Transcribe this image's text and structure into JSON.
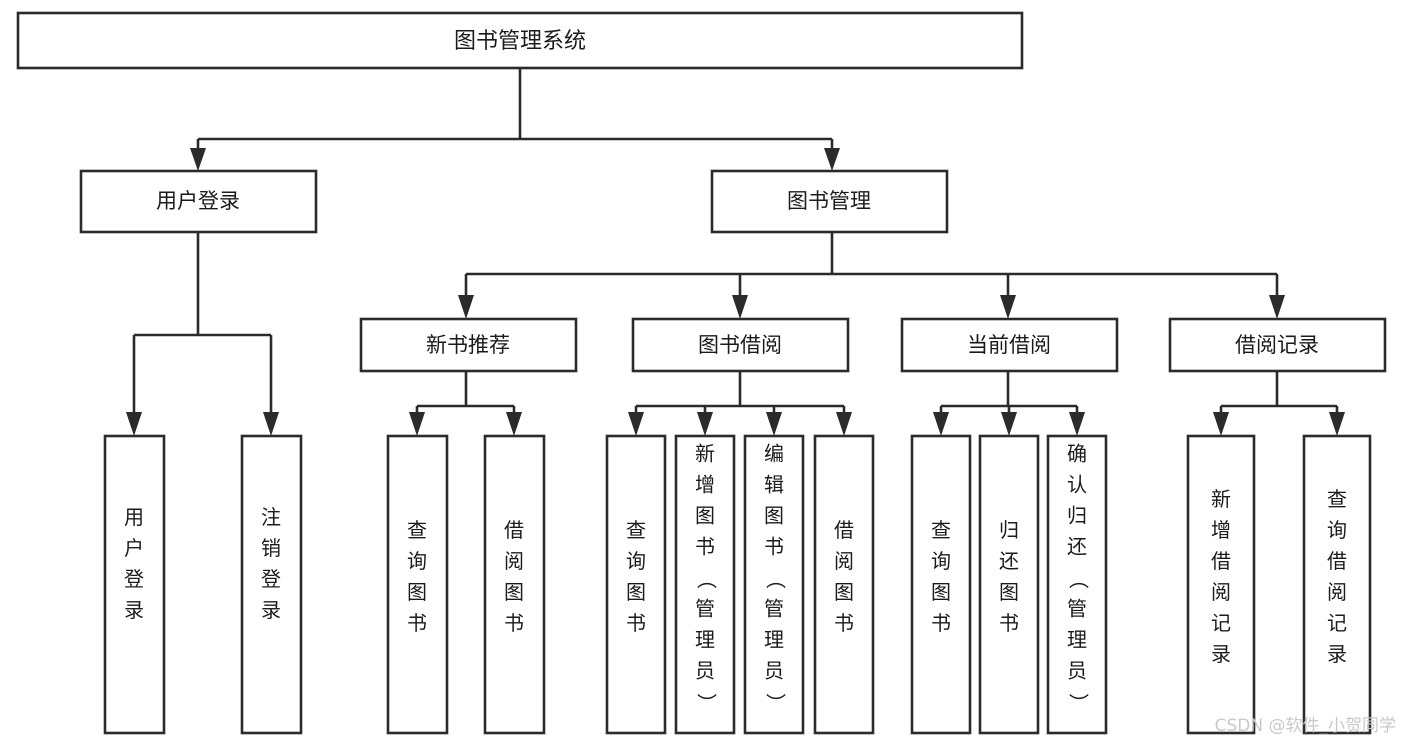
{
  "diagram": {
    "title": "图书管理系统",
    "type": "tree-hierarchy",
    "root": {
      "label": "图书管理系统"
    },
    "level2": [
      {
        "label": "用户登录"
      },
      {
        "label": "图书管理"
      }
    ],
    "level3": [
      {
        "label": "新书推荐"
      },
      {
        "label": "图书借阅"
      },
      {
        "label": "当前借阅"
      },
      {
        "label": "借阅记录"
      }
    ],
    "leaves": {
      "user_login": [
        {
          "label": "用户登录"
        },
        {
          "label": "注销登录"
        }
      ],
      "new_book_recommend": [
        {
          "label": "查询图书"
        },
        {
          "label": "借阅图书"
        }
      ],
      "book_borrow": [
        {
          "label": "查询图书"
        },
        {
          "label": "新增图书（管理员）"
        },
        {
          "label": "编辑图书（管理员）"
        },
        {
          "label": "借阅图书"
        }
      ],
      "current_borrow": [
        {
          "label": "查询图书"
        },
        {
          "label": "归还图书"
        },
        {
          "label": "确认归还（管理员）"
        }
      ],
      "borrow_record": [
        {
          "label": "新增借阅记录"
        },
        {
          "label": "查询借阅记录"
        }
      ]
    }
  },
  "watermark": {
    "text": "CSDN @软件_小贺同学"
  },
  "colors": {
    "stroke": "#2b2b2b",
    "box_fill": "#ffffff",
    "text": "#1b1b1b",
    "watermark": "#c9c9c9",
    "background": "#ffffff"
  }
}
